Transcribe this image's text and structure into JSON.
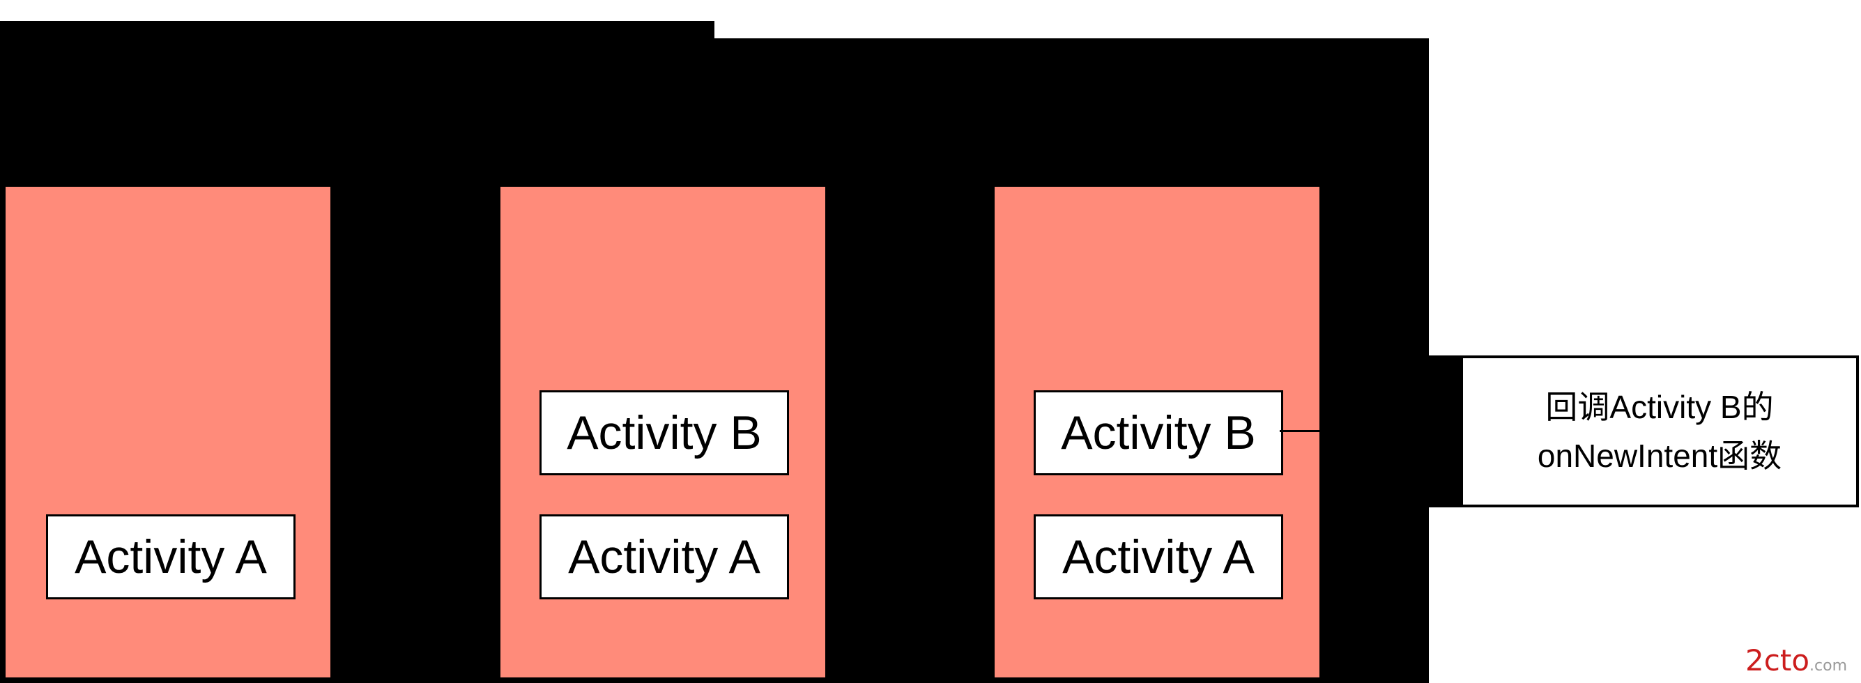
{
  "stacks": [
    {
      "items": [
        "Activity A"
      ]
    },
    {
      "items": [
        "Activity B",
        "Activity A"
      ]
    },
    {
      "items": [
        "Activity B",
        "Activity A"
      ]
    }
  ],
  "callout": {
    "line1": "回调Activity B的",
    "line2": "onNewIntent函数"
  },
  "watermark": {
    "brand": "2cto",
    "domain": ".com"
  },
  "colors": {
    "stack_fill": "#ff8b7a",
    "background_top": "#000000",
    "box_fill": "#ffffff",
    "watermark": "#cc1d1d"
  }
}
